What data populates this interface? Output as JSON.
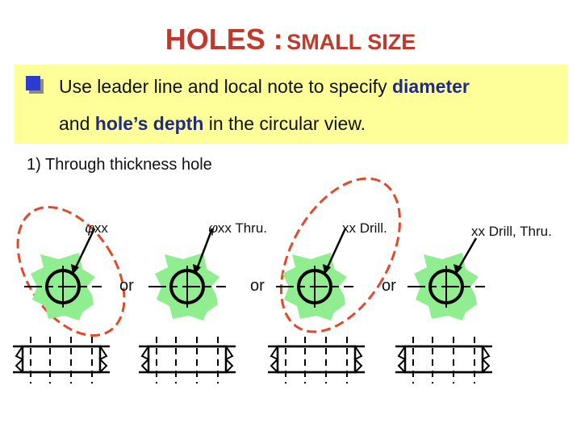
{
  "title": {
    "main": "HOLES :",
    "sub": "SMALL  SIZE"
  },
  "note": {
    "line1_text": "Use leader line and local note to specify",
    "line1_emph": "diameter",
    "line2_pre": "and",
    "line2_emph": "hole’s depth",
    "line2_post": "in the circular view."
  },
  "section_title": "1) Through thickness hole",
  "callouts": [
    {
      "symbol": "φ",
      "text": "xx"
    },
    {
      "symbol": "φ",
      "text": "xx Thru."
    },
    {
      "symbol": "",
      "text": "xx Drill."
    },
    {
      "symbol": "",
      "text": "xx Drill, Thru."
    }
  ],
  "separators": [
    "or",
    "or",
    "or"
  ],
  "colors": {
    "title": "#c0392b",
    "note_background": "#ffff99",
    "emphasis": "#1f2a8c",
    "bullet": "#2c3bd1",
    "part_fill": "#90ee90",
    "highlight_ellipse": "#e04a2a"
  }
}
